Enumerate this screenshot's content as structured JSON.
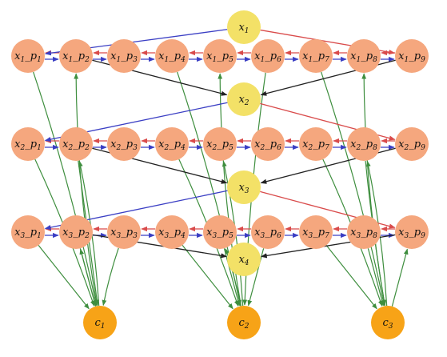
{
  "colors": {
    "p_node": "#F5A77E",
    "x_node": "#F3E167",
    "c_node": "#F7A317",
    "edge_blue": "#3B3FC4",
    "edge_red": "#D94B4B",
    "edge_black": "#222222",
    "edge_green": "#3E8E3E"
  },
  "nodes": {
    "x": [
      {
        "id": "x1",
        "base": "x",
        "sub": "1"
      },
      {
        "id": "x2",
        "base": "x",
        "sub": "2"
      },
      {
        "id": "x3",
        "base": "x",
        "sub": "3"
      },
      {
        "id": "x4",
        "base": "x",
        "sub": "4"
      }
    ],
    "p_rows": [
      {
        "row": 1,
        "items": [
          {
            "id": "x1p1",
            "base": "x",
            "sub1": "1",
            "mid": "_p",
            "sub2": "1"
          },
          {
            "id": "x1p2",
            "base": "x",
            "sub1": "1",
            "mid": "_p",
            "sub2": "2"
          },
          {
            "id": "x1p3",
            "base": "x",
            "sub1": "1",
            "mid": "_p",
            "sub2": "3"
          },
          {
            "id": "x1p4",
            "base": "x",
            "sub1": "1",
            "mid": "_p",
            "sub2": "4"
          },
          {
            "id": "x1p5",
            "base": "x",
            "sub1": "1",
            "mid": "_p",
            "sub2": "5"
          },
          {
            "id": "x1p6",
            "base": "x",
            "sub1": "1",
            "mid": "_p",
            "sub2": "6"
          },
          {
            "id": "x1p7",
            "base": "x",
            "sub1": "1",
            "mid": "_p",
            "sub2": "7"
          },
          {
            "id": "x1p8",
            "base": "x",
            "sub1": "1",
            "mid": "_p",
            "sub2": "8"
          },
          {
            "id": "x1p9",
            "base": "x",
            "sub1": "1",
            "mid": "_p",
            "sub2": "9"
          }
        ]
      },
      {
        "row": 2,
        "items": [
          {
            "id": "x2p1",
            "base": "x",
            "sub1": "2",
            "mid": "_p",
            "sub2": "1"
          },
          {
            "id": "x2p2",
            "base": "x",
            "sub1": "2",
            "mid": "_p",
            "sub2": "2"
          },
          {
            "id": "x2p3",
            "base": "x",
            "sub1": "2",
            "mid": "_p",
            "sub2": "3"
          },
          {
            "id": "x2p4",
            "base": "x",
            "sub1": "2",
            "mid": "_p",
            "sub2": "4"
          },
          {
            "id": "x2p5",
            "base": "x",
            "sub1": "2",
            "mid": "_p",
            "sub2": "5"
          },
          {
            "id": "x2p6",
            "base": "x",
            "sub1": "2",
            "mid": "_p",
            "sub2": "6"
          },
          {
            "id": "x2p7",
            "base": "x",
            "sub1": "2",
            "mid": "_p",
            "sub2": "7"
          },
          {
            "id": "x2p8",
            "base": "x",
            "sub1": "2",
            "mid": "_p",
            "sub2": "8"
          },
          {
            "id": "x2p9",
            "base": "x",
            "sub1": "2",
            "mid": "_p",
            "sub2": "9"
          }
        ]
      },
      {
        "row": 3,
        "items": [
          {
            "id": "x3p1",
            "base": "x",
            "sub1": "3",
            "mid": "_p",
            "sub2": "1"
          },
          {
            "id": "x3p2",
            "base": "x",
            "sub1": "3",
            "mid": "_p",
            "sub2": "2"
          },
          {
            "id": "x3p3",
            "base": "x",
            "sub1": "3",
            "mid": "_p",
            "sub2": "3"
          },
          {
            "id": "x3p4",
            "base": "x",
            "sub1": "3",
            "mid": "_p",
            "sub2": "4"
          },
          {
            "id": "x3p5",
            "base": "x",
            "sub1": "3",
            "mid": "_p",
            "sub2": "5"
          },
          {
            "id": "x3p6",
            "base": "x",
            "sub1": "3",
            "mid": "_p",
            "sub2": "6"
          },
          {
            "id": "x3p7",
            "base": "x",
            "sub1": "3",
            "mid": "_p",
            "sub2": "7"
          },
          {
            "id": "x3p8",
            "base": "x",
            "sub1": "3",
            "mid": "_p",
            "sub2": "8"
          },
          {
            "id": "x3p9",
            "base": "x",
            "sub1": "3",
            "mid": "_p",
            "sub2": "9"
          }
        ]
      }
    ],
    "c": [
      {
        "id": "c1",
        "base": "c",
        "sub": "1"
      },
      {
        "id": "c2",
        "base": "c",
        "sub": "2"
      },
      {
        "id": "c3",
        "base": "c",
        "sub": "3"
      }
    ]
  }
}
